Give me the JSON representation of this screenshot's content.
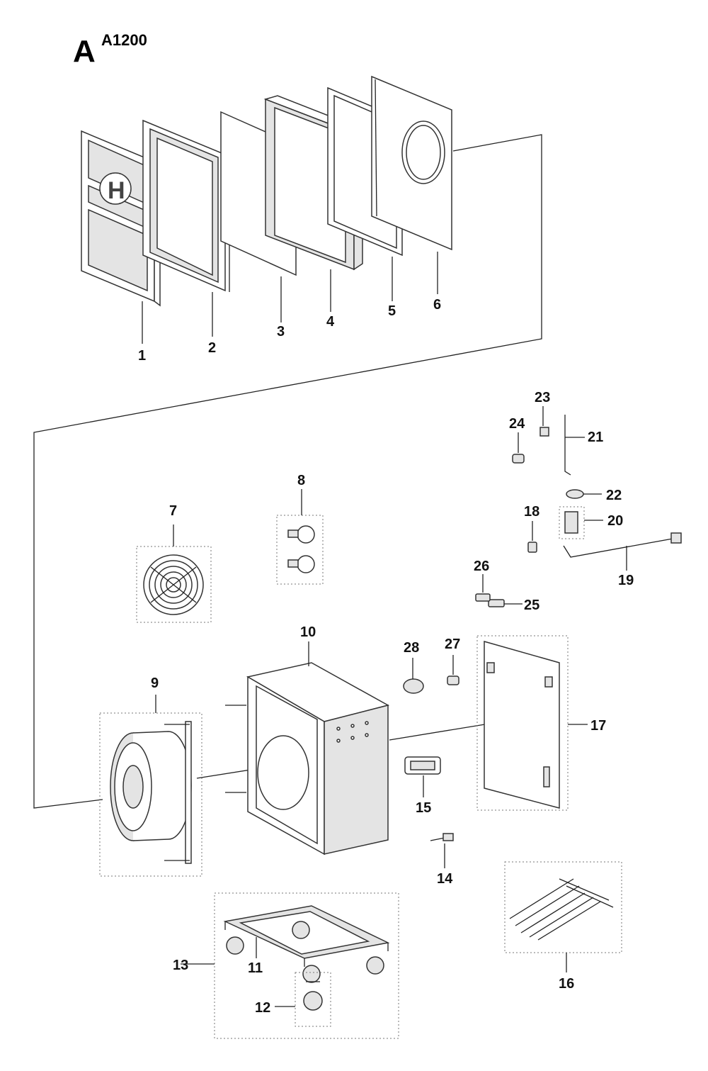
{
  "header": {
    "section_letter": "A",
    "model": "A1200"
  },
  "callouts": [
    "1",
    "2",
    "3",
    "4",
    "5",
    "6",
    "7",
    "8",
    "9",
    "10",
    "11",
    "12",
    "13",
    "14",
    "15",
    "16",
    "17",
    "18",
    "19",
    "20",
    "21",
    "22",
    "23",
    "24",
    "25",
    "26",
    "27",
    "28"
  ],
  "logo_letter": "H"
}
